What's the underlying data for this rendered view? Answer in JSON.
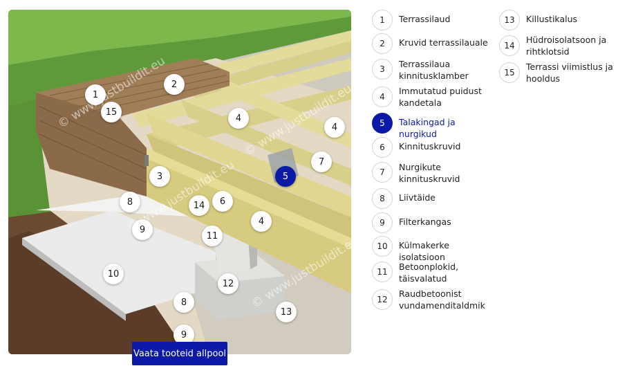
{
  "legend": [
    {
      "number": "1",
      "label": "Terrassilaud"
    },
    {
      "number": "2",
      "label": "Kruvid terrassilauale"
    },
    {
      "number": "3",
      "label": "Terrassilaua kinnitusklamber"
    },
    {
      "number": "4",
      "label": "Immutatud puidust kandetala"
    },
    {
      "number": "5",
      "label": "Talakingad ja nurgikud",
      "active": true
    },
    {
      "number": "6",
      "label": "Kinnituskruvid"
    },
    {
      "number": "7",
      "label": "Nurgikute kinnituskruvid"
    },
    {
      "number": "8",
      "label": "Liivtäide"
    },
    {
      "number": "9",
      "label": "Filterkangas"
    },
    {
      "number": "10",
      "label": "Külmakerke isolatsioon"
    },
    {
      "number": "11",
      "label": "Betoonplokid, täisvalatud"
    },
    {
      "number": "12",
      "label": "Raudbetoonist vundamenditaldmik"
    },
    {
      "number": "13",
      "label": "Killustikalus"
    },
    {
      "number": "14",
      "label": "Hüdroisolatsoon ja rihtklotsid"
    },
    {
      "number": "15",
      "label": "Terrassi viimistlus ja hooldus"
    }
  ],
  "markers": [
    "1",
    "2",
    "15",
    "4",
    "4",
    "3",
    "5",
    "7",
    "8",
    "14",
    "6",
    "4",
    "9",
    "11",
    "10",
    "12",
    "8",
    "13",
    "9"
  ],
  "watermark": "© www.justbuildit.eu",
  "cta_label": "Vaata tooteid allpool",
  "colors": {
    "accent": "#0a1aa6",
    "timber": "#d8d08a",
    "deck": "#9b7a55",
    "grass": "#5f9a3a",
    "soil": "#6b4a32",
    "concrete": "#c9c9c5"
  }
}
